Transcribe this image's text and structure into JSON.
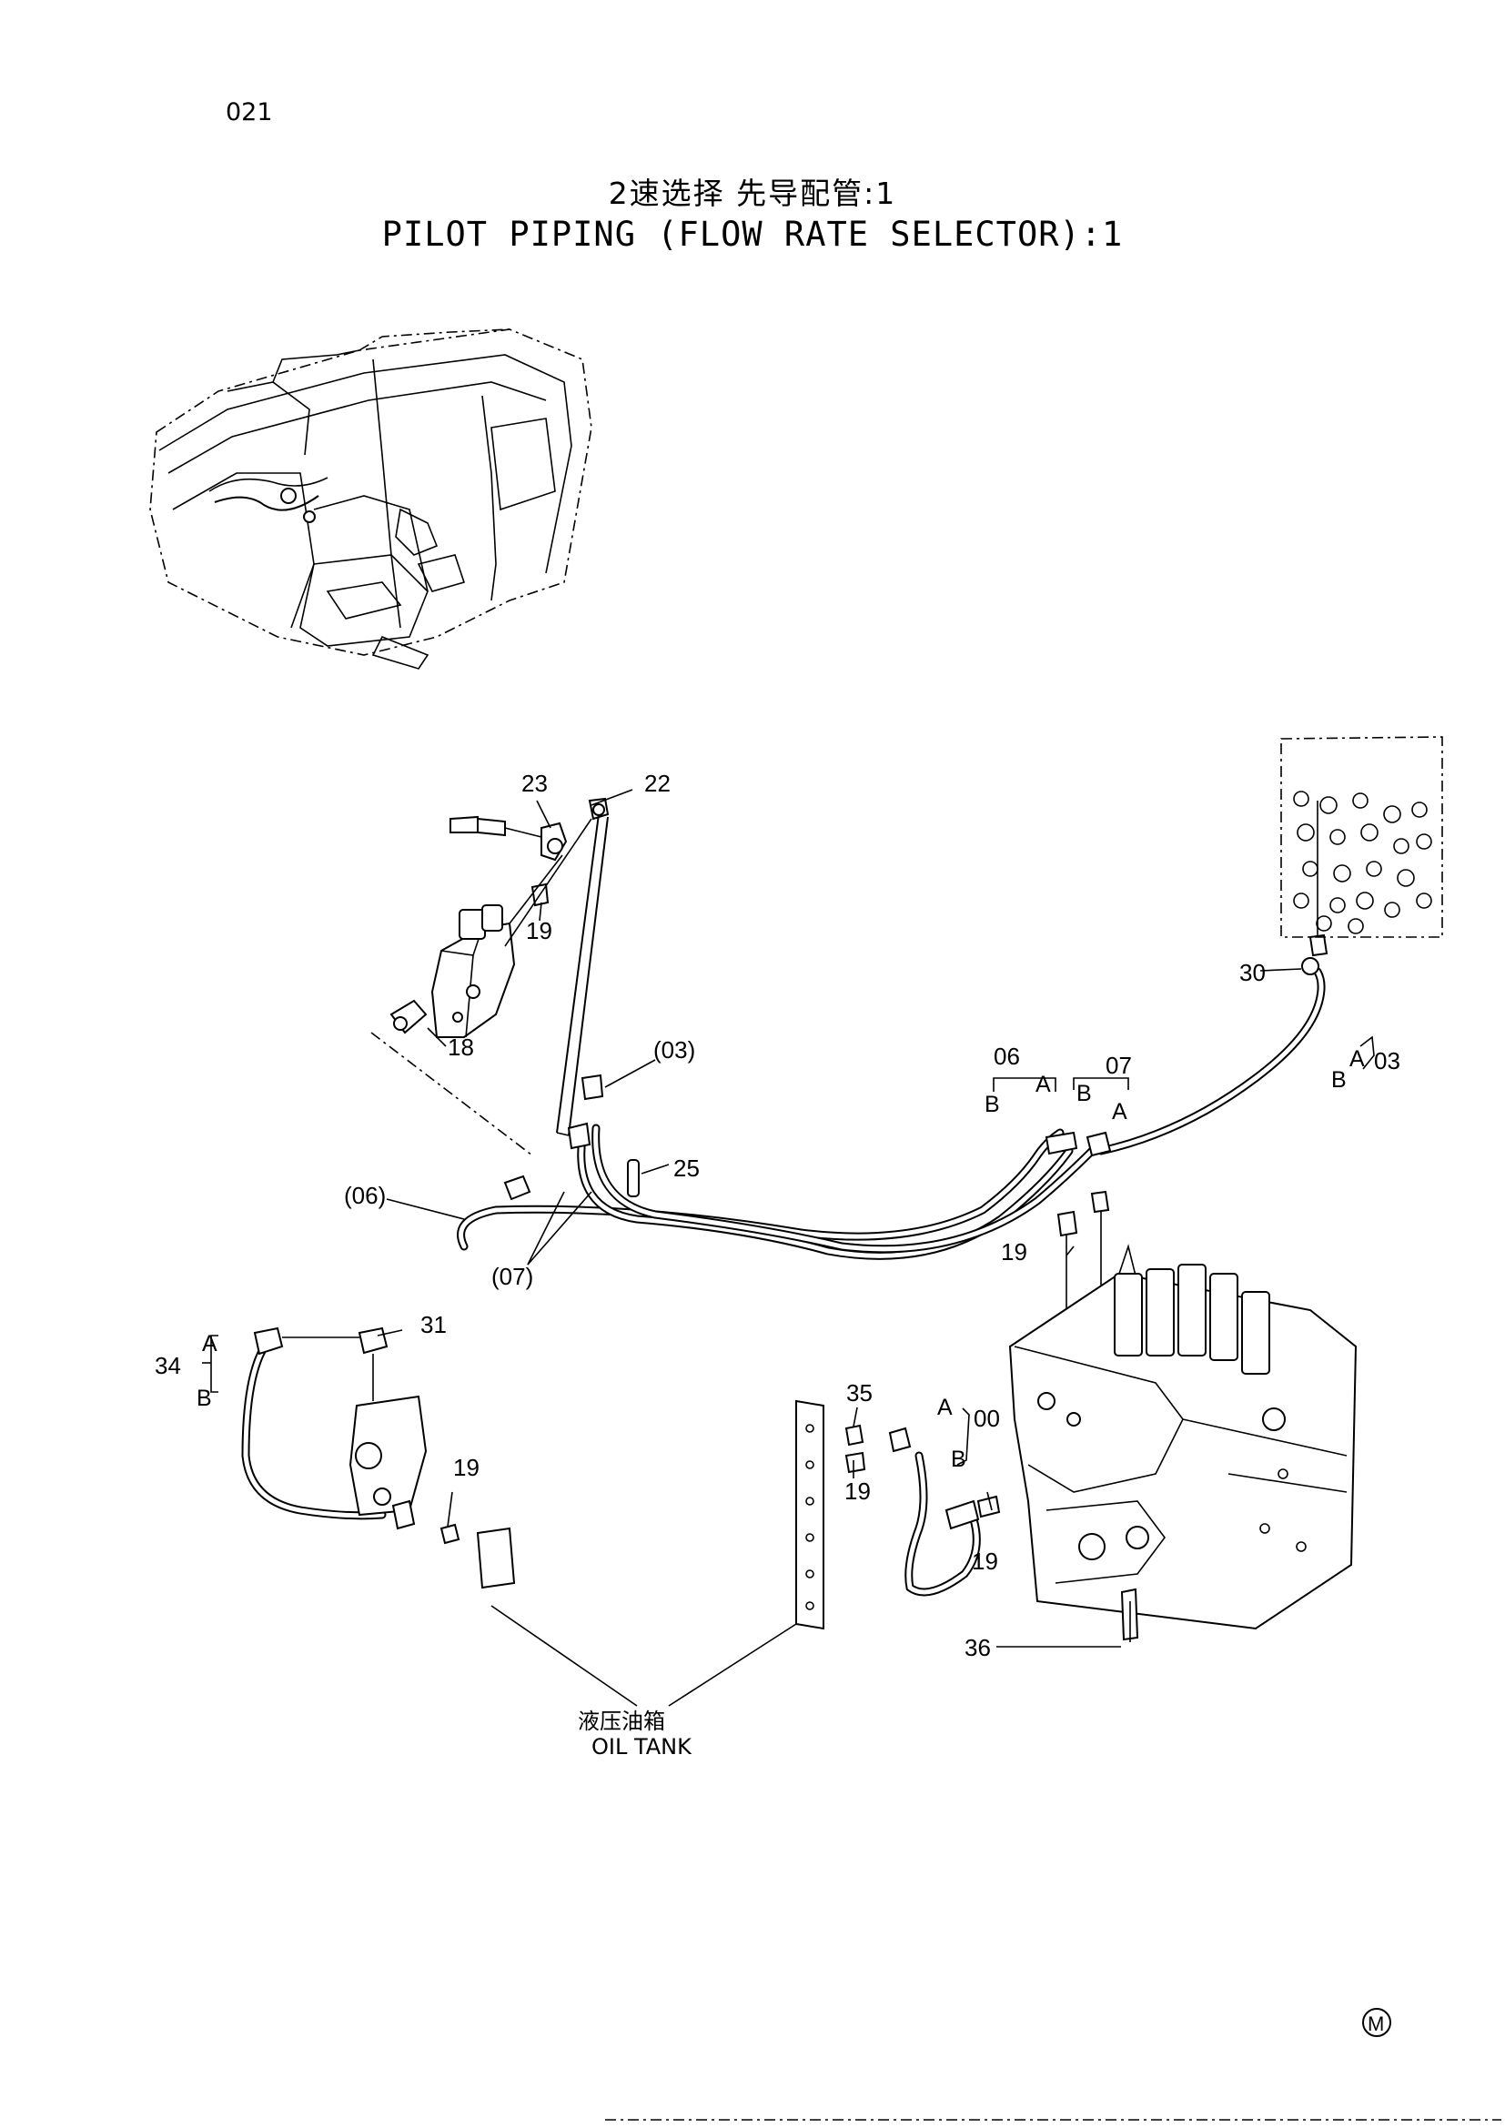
{
  "page_number": "021",
  "title": {
    "chinese": "2速选择 先导配管:1",
    "english": "PILOT PIPING (FLOW RATE SELECTOR):1"
  },
  "callouts": {
    "c23": "23",
    "c22": "22",
    "c19a": "19",
    "c18": "18",
    "c03p": "(03)",
    "c25": "25",
    "c06p": "(06)",
    "c07p": "(07)",
    "c06": "06",
    "c07": "07",
    "c19b": "19",
    "c30": "30",
    "c03": "03",
    "c31": "31",
    "c34": "34",
    "c19c": "19",
    "c35": "35",
    "c19d": "19",
    "c00": "00",
    "c19e": "19",
    "c36": "36"
  },
  "hose_ends": {
    "a1": "A",
    "b1": "B",
    "a2": "A",
    "b2": "B",
    "a3": "A",
    "b3": "B",
    "a4": "A",
    "b4": "B",
    "a5": "A",
    "b5": "B"
  },
  "oil_tank": {
    "chinese": "液压油箱",
    "english": "OIL TANK"
  },
  "mark": "M"
}
